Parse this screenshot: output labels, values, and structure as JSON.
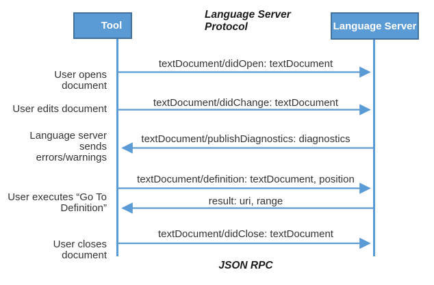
{
  "diagram": {
    "title": "Language Server\nProtocol",
    "footer": "JSON RPC"
  },
  "actors": {
    "left": "Tool",
    "right": "Language Server"
  },
  "colors": {
    "actor_fill": "#5B9BD5",
    "actor_border": "#41719C",
    "line_color": "#5B9BD5",
    "text_color": "#333333"
  },
  "annotations": [
    {
      "label": "User opens document"
    },
    {
      "label": "User edits document"
    },
    {
      "label": "Language server sends\nerrors/warnings"
    },
    {
      "label": "User executes “Go To\nDefinition”"
    },
    {
      "label": "User closes document"
    }
  ],
  "messages": [
    {
      "label": "textDocument/didOpen: textDocument",
      "direction": "right"
    },
    {
      "label": "textDocument/didChange: textDocument",
      "direction": "right"
    },
    {
      "label": "textDocument/publishDiagnostics: diagnostics",
      "direction": "left"
    },
    {
      "label": "textDocument/definition: textDocument, position",
      "direction": "right"
    },
    {
      "label": "result: uri, range",
      "direction": "left"
    },
    {
      "label": "textDocument/didClose: textDocument",
      "direction": "right"
    }
  ]
}
